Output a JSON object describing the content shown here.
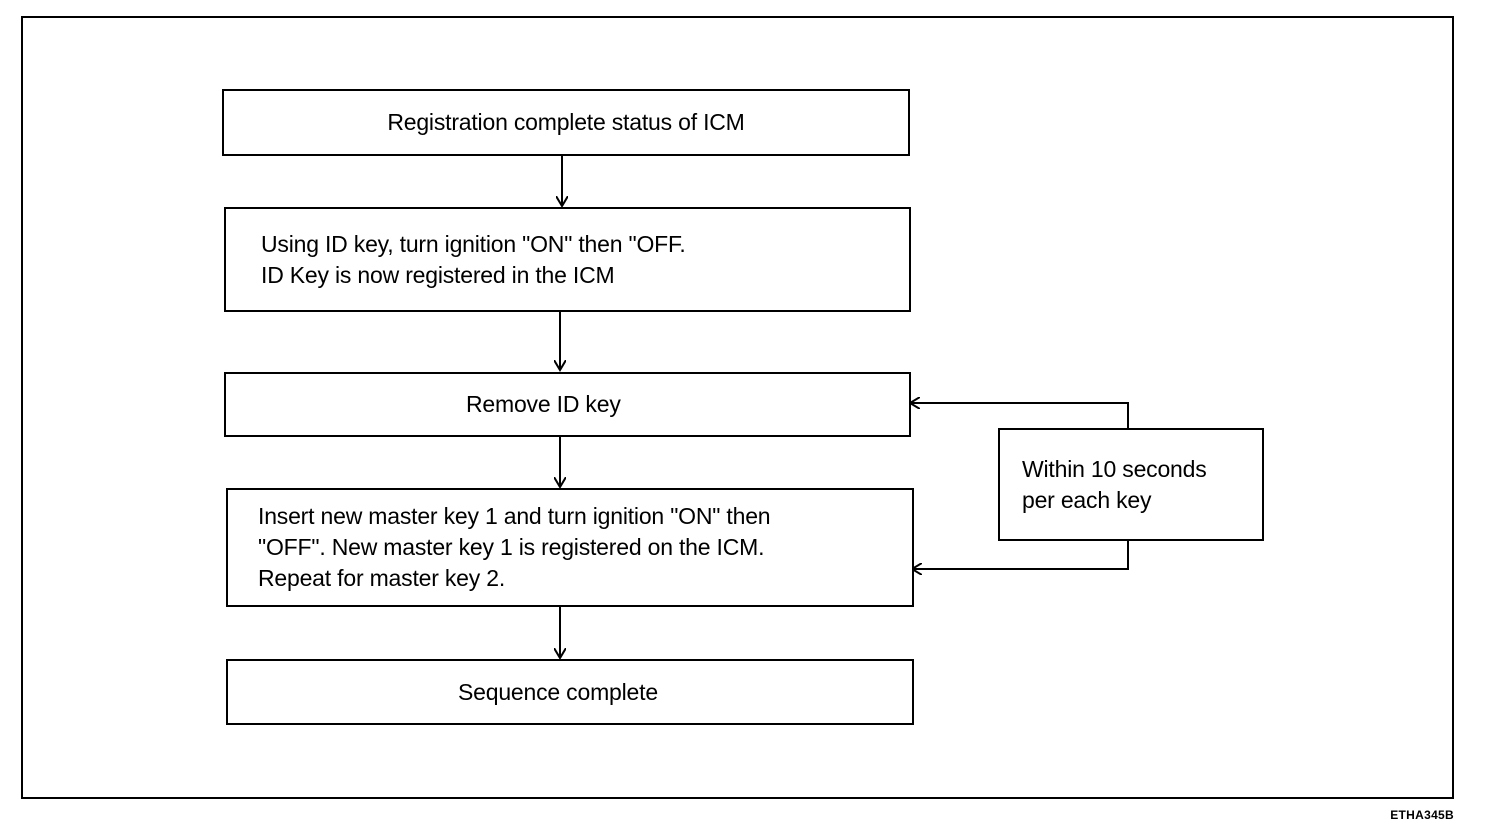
{
  "flowchart": {
    "step1": {
      "lines": [
        "Registration complete status of ICM"
      ]
    },
    "step2": {
      "lines": [
        "Using ID key, turn ignition \"ON\" then \"OFF.",
        "ID Key is now registered in the ICM"
      ]
    },
    "step3": {
      "lines": [
        "Remove ID key"
      ]
    },
    "step4": {
      "lines": [
        "Insert new master key 1 and turn ignition \"ON\" then",
        "\"OFF\".  New master key 1 is registered on the ICM.",
        "Repeat for master key 2."
      ]
    },
    "step5": {
      "lines": [
        "Sequence complete"
      ]
    },
    "timing_note": {
      "lines": [
        "Within 10 seconds",
        "per each key"
      ]
    }
  },
  "figure_code": "ETHA345B",
  "colors": {
    "stroke": "#000000",
    "background": "#ffffff"
  }
}
